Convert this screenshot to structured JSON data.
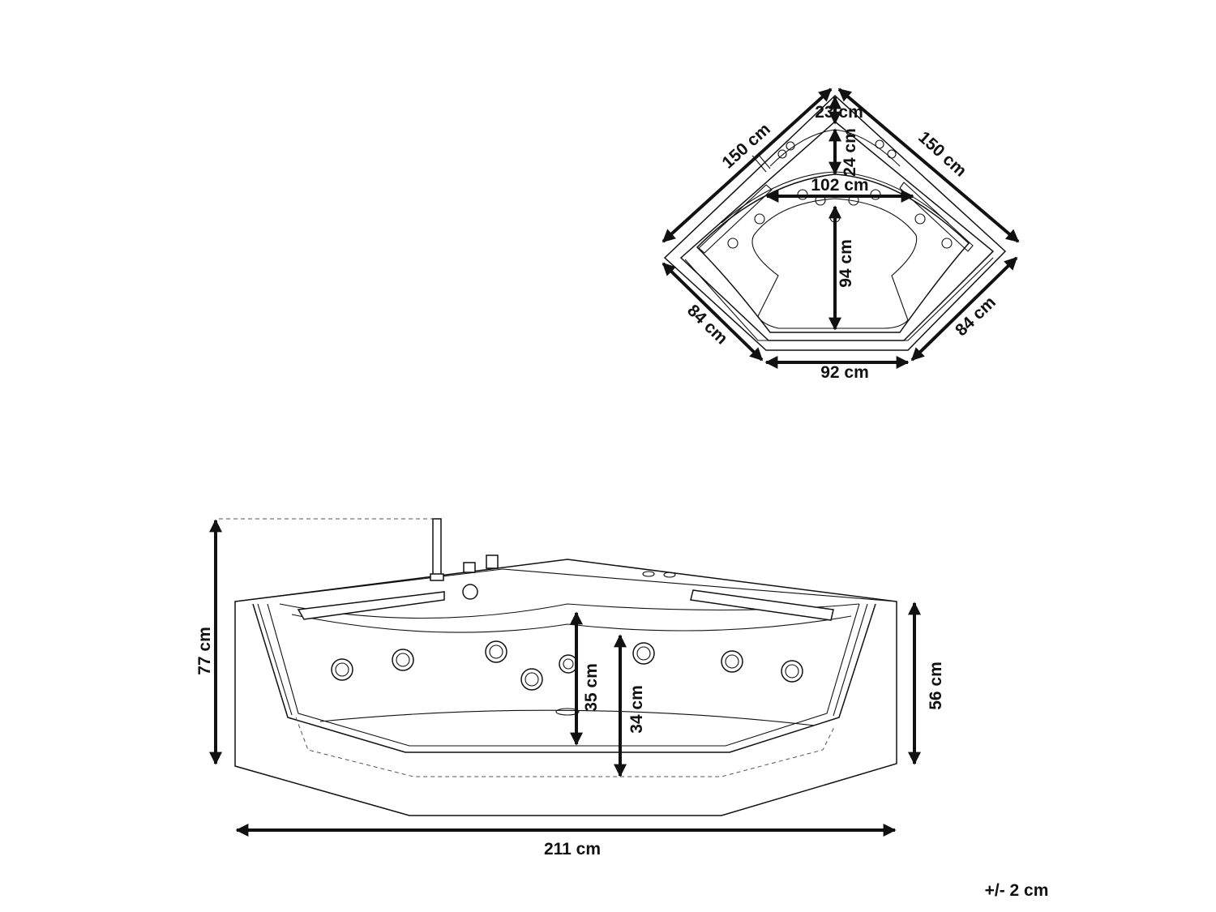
{
  "top_view": {
    "side_left": "150 cm",
    "side_right": "150 cm",
    "rim_depth": "23 cm",
    "seat_depth": "24 cm",
    "inner_width": "102 cm",
    "inner_length": "94 cm",
    "front_left": "84 cm",
    "front_right": "84 cm",
    "front_width": "92 cm"
  },
  "front_view": {
    "total_height": "77 cm",
    "tub_height": "56 cm",
    "water_depth": "35 cm",
    "seat_height": "34 cm",
    "total_width": "211 cm"
  },
  "tolerance": "+/- 2 cm"
}
